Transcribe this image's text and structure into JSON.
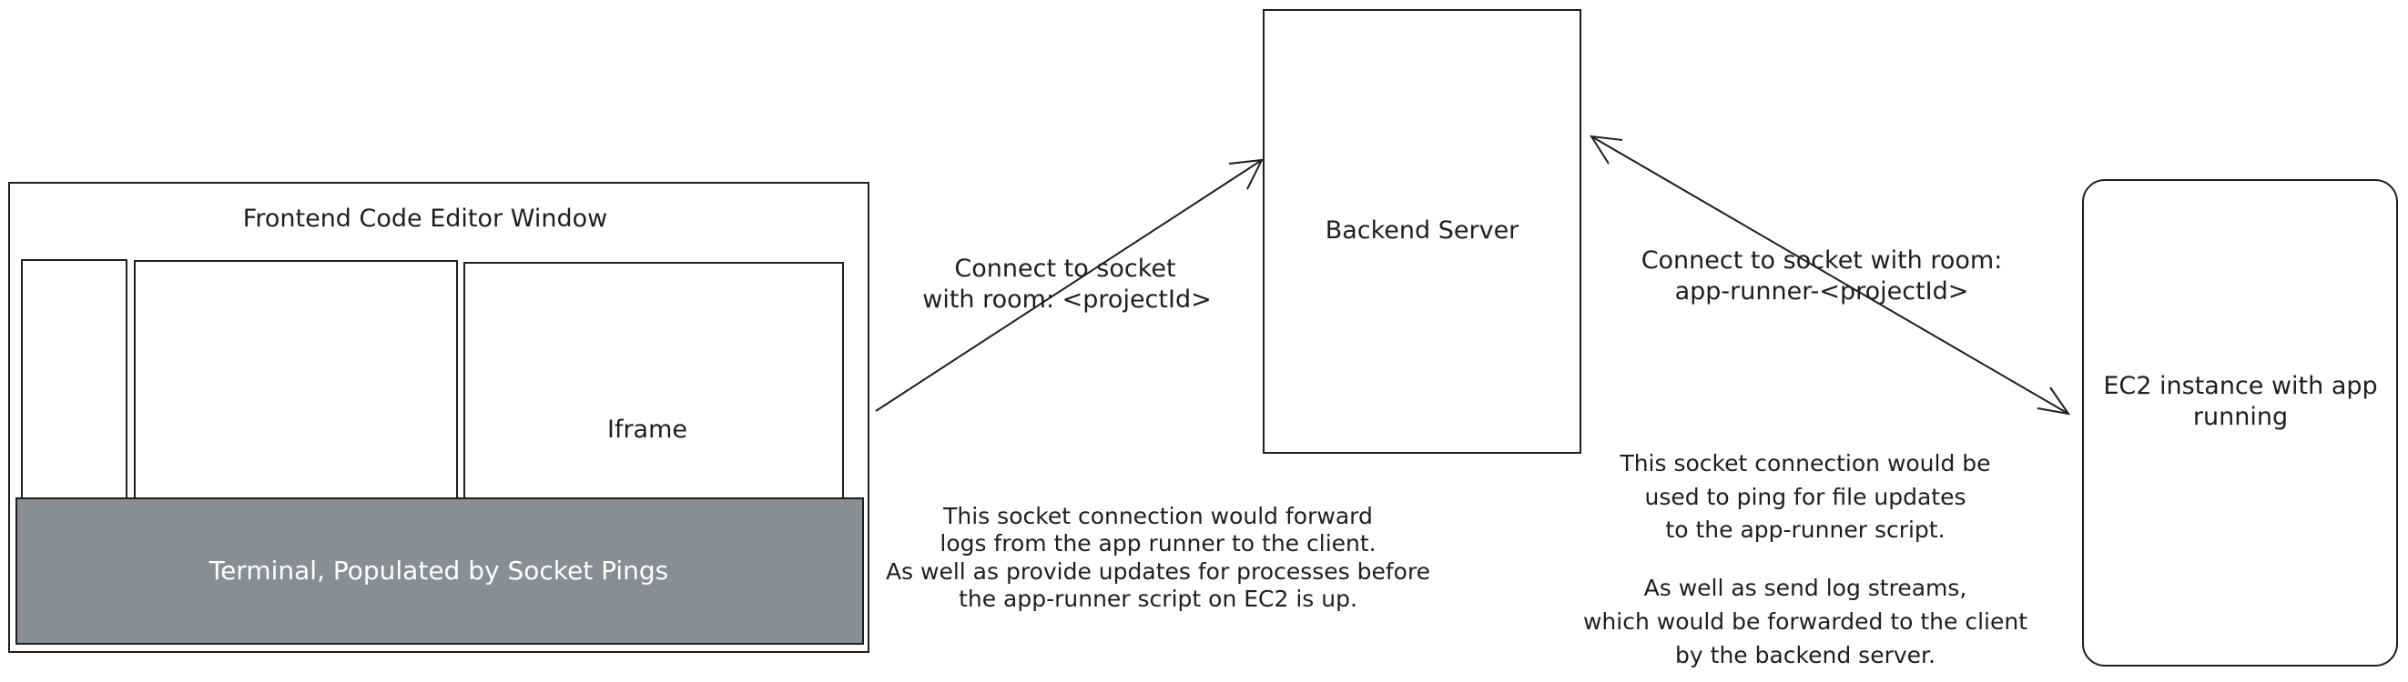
{
  "diagram": {
    "frontend": {
      "title": "Frontend Code Editor Window",
      "iframe_label": "Iframe",
      "terminal_label": "Terminal, Populated by Socket Pings"
    },
    "backend": {
      "label": "Backend Server"
    },
    "ec2": {
      "label_line1": "EC2 instance with app",
      "label_line2": "running"
    },
    "left_connection": {
      "line1": "Connect to socket",
      "line2": "with room: <projectId>"
    },
    "right_connection": {
      "line1": "Connect to socket with room:",
      "line2": "app-runner-<projectId>"
    },
    "left_note": [
      "This socket connection would forward",
      "logs from the app runner to the client.",
      "As well as provide updates for processes before",
      "the app-runner script on EC2 is up."
    ],
    "right_note": [
      "This socket connection would be",
      "used to ping for file updates",
      "to the app-runner script.",
      "",
      "As well as send log streams,",
      "which would be forwarded to the client",
      "by the backend server."
    ],
    "colors": {
      "stroke": "#1e1e1e",
      "terminal_fill": "#868e96",
      "terminal_text": "#ffffff",
      "background": "#ffffff"
    }
  }
}
